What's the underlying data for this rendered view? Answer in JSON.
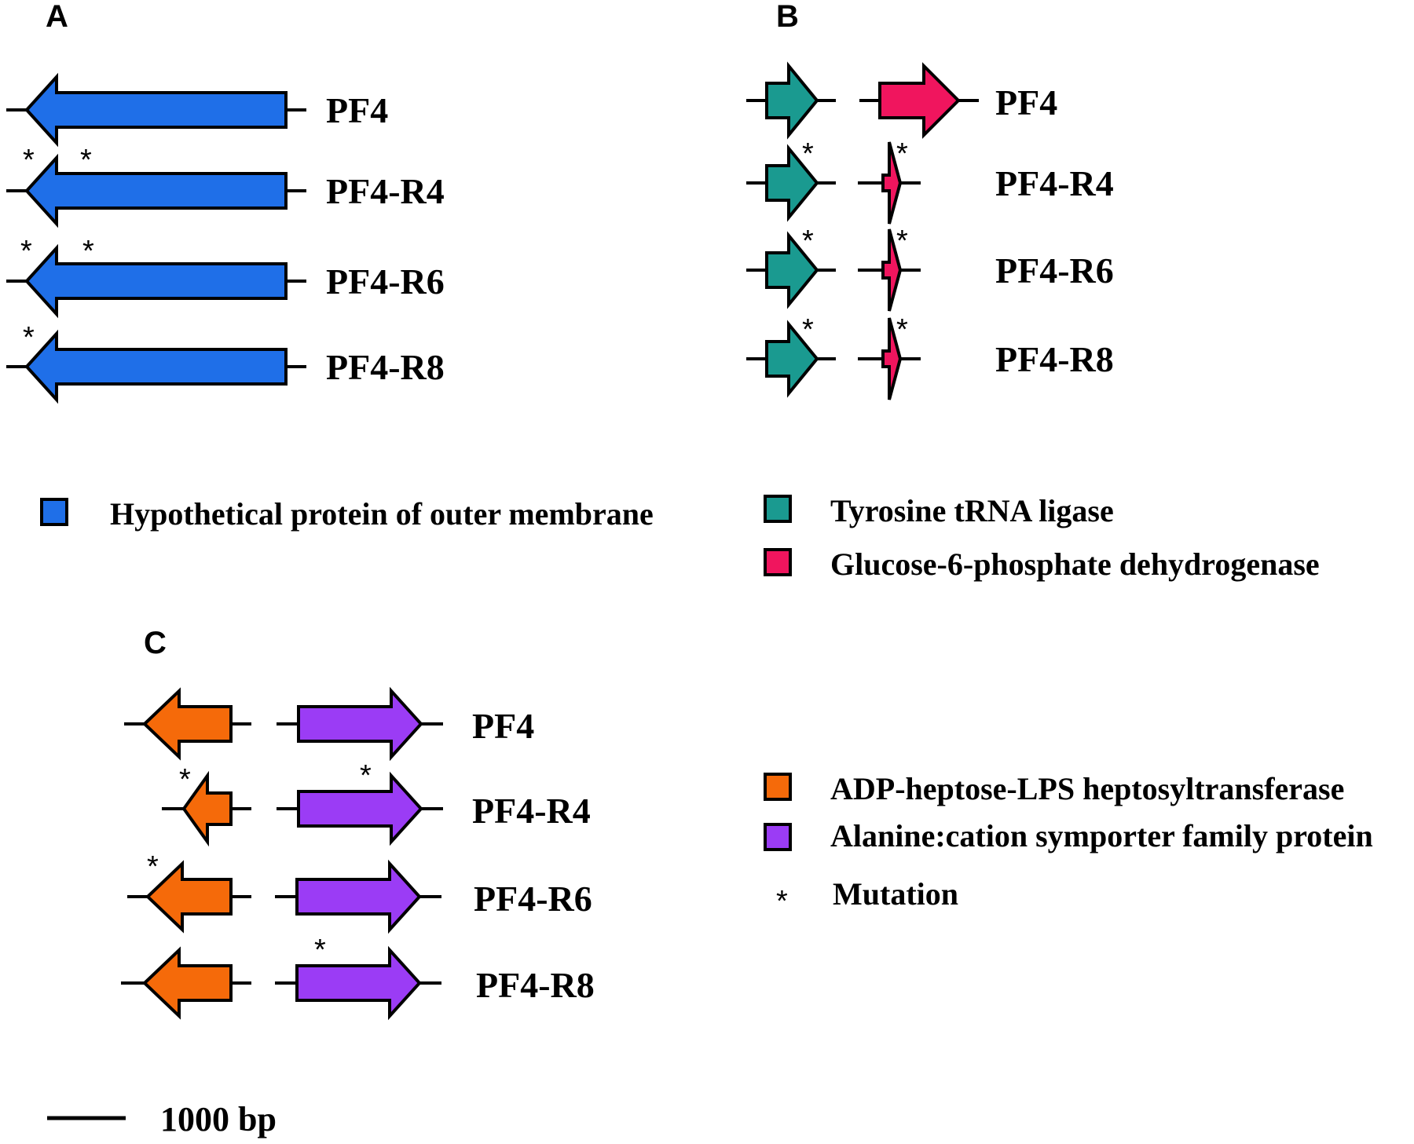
{
  "panels": {
    "a": {
      "letter": "A",
      "strains": [
        "PF4",
        "PF4-R4",
        "PF4-R6",
        "PF4-R8"
      ]
    },
    "b": {
      "letter": "B",
      "strains": [
        "PF4",
        "PF4-R4",
        "PF4-R6",
        "PF4-R8"
      ]
    },
    "c": {
      "letter": "C",
      "strains": [
        "PF4",
        "PF4-R4",
        "PF4-R6",
        "PF4-R8"
      ]
    }
  },
  "legend": {
    "outer_membrane": {
      "label": "Hypothetical protein of outer membrane",
      "color": "#1f6fe8"
    },
    "tyrosine": {
      "label": "Tyrosine tRNA ligase",
      "color": "#1a9a90"
    },
    "g6pd": {
      "label": "Glucose-6-phosphate dehydrogenase",
      "color": "#f0155e"
    },
    "adp": {
      "label": "ADP-heptose-LPS heptosyltransferase",
      "color": "#f56a0a"
    },
    "alanine": {
      "label": "Alanine:cation symporter family protein",
      "color": "#9b3cf5"
    },
    "mutation": {
      "symbol": "*",
      "label": "Mutation"
    }
  },
  "scale_bar": {
    "label": "1000 bp"
  }
}
